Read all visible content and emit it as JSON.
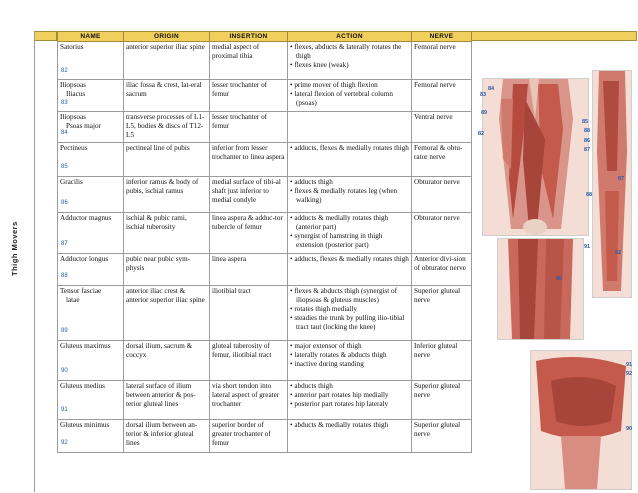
{
  "side_title": "Thigh Movers",
  "headers": [
    "Name",
    "Origin",
    "Insertion",
    "Action",
    "Nerve"
  ],
  "rows": [
    {
      "name": [
        "Satorius"
      ],
      "num": "82",
      "origin": "anterior superior iliac spine",
      "insertion": "medial aspect of proximal tibia",
      "action": [
        "flexes, abducts & laterally rotates the thigh",
        "flexes knee (weak)"
      ],
      "nerve": "Femoral nerve"
    },
    {
      "name": [
        "Iliopsoas",
        "Iliacus"
      ],
      "num": "83",
      "origin": "iliac fossa & crest, lat-eral sacrum",
      "insertion": "lesser trochanter of femur",
      "action": [
        "prime mover of thigh flexion",
        "lateral flexion of vertebral column (psoas)"
      ],
      "nerve": "Femoral nerve"
    },
    {
      "name": [
        "Iliopsoas",
        "Psoas major"
      ],
      "num": "84",
      "origin": "transverse processes of L1-L5, bodies & discs of T12-L5",
      "insertion": "lesser trochanter of femur",
      "action": [],
      "nerve": "Ventral nerve"
    },
    {
      "name": [
        "Pectineus"
      ],
      "num": "85",
      "origin": "pectineal line of pubis",
      "insertion": "inferior from lesser trochanter to linea aspera",
      "action": [
        "adducts, flexes & medially rotates thigh"
      ],
      "nerve": "Femoral & obtu-rator nerve"
    },
    {
      "name": [
        "Gracilis"
      ],
      "num": "86",
      "origin": "inferior ramus & body of pubis, ischial ramus",
      "insertion": "medial surface of tibi-al shaft just inferior to medial condyle",
      "action": [
        "adducts thigh",
        "flexes & medially rotates leg (when walking)"
      ],
      "nerve": "Obturator nerve"
    },
    {
      "name": [
        "Adductor magnus"
      ],
      "num": "87",
      "origin": "ischial & pubic rami, ischial tuberosity",
      "insertion": "linea aspera & adduc-tor tubercle of femur",
      "action": [
        "adducts & medially rotates thigh (anterior part)",
        "synergist of hamstring in thigh extension (posterior part)"
      ],
      "nerve": "Obturator nerve"
    },
    {
      "name": [
        "Adductor longus"
      ],
      "num": "88",
      "origin": "pubic near pubic sym-physis",
      "insertion": "linea aspera",
      "action": [
        "adducts, flexes & medially rotates thigh"
      ],
      "nerve": "Anterior divi-sion of obturator nerve"
    },
    {
      "name": [
        "Tensor fasciae",
        "latae"
      ],
      "num": "89",
      "origin": "anterior iliac crest & anterior superior iliac spine",
      "insertion": "iliotibial tract",
      "action": [
        "flexes & abducts thigh (synergist of iliopsoas & gluteus muscles)",
        "rotates thigh medially",
        "steadies the trunk by pulling ilio-tibial tract taut (locking the knee)"
      ],
      "nerve": "Superior gluteal nerve"
    },
    {
      "name": [
        "Gluteus maximus"
      ],
      "num": "90",
      "origin": "dorsal ilium, sacrum & coccyx",
      "insertion": "gluteal tuberosity of femur, iliotibial tract",
      "action": [
        "major extensor of thigh",
        "laterally rotates & abducts thigh",
        "inactive during standing"
      ],
      "nerve": "Inferior gluteal nerve"
    },
    {
      "name": [
        "Gluteus medius"
      ],
      "num": "91",
      "origin": "lateral surface of ilium between anterior & pos-terior gluteal lines",
      "insertion": "via short tendon into lateral aspect of greater trochanter",
      "action": [
        "abducts thigh",
        "anterior part rotates hip medially",
        "posterior part rotates hip lateraly"
      ],
      "nerve": "Superior gluteal nerve"
    },
    {
      "name": [
        "Gluteus minimus"
      ],
      "num": "92",
      "origin": "dorsal ilium between an-terior & inferior gluteal lines",
      "insertion": "superior border of greater trochanter of femur",
      "action": [
        "abducts & medially rotates thigh"
      ],
      "nerve": "Superior gluteal nerve"
    }
  ],
  "figure_labels": {
    "anterior": [
      "84",
      "83",
      "89",
      "85",
      "82",
      "88",
      "86",
      "87"
    ],
    "posterior": [
      "87",
      "88",
      "91",
      "90",
      "92"
    ],
    "hip": [
      "91",
      "92",
      "90"
    ]
  },
  "colors": {
    "header_gold": "#f0cf5c",
    "number_blue": "#2b5aa8",
    "muscle_red": "#c0584a"
  }
}
